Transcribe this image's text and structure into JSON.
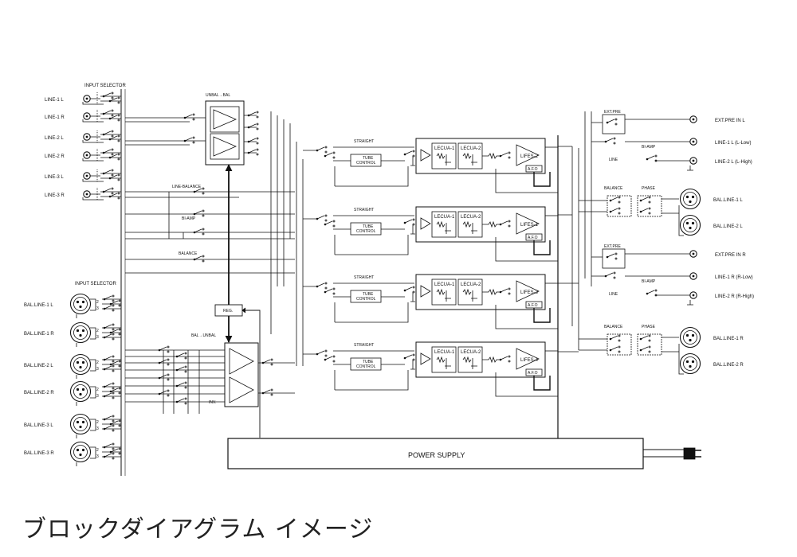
{
  "caption": "ブロックダイアグラム イメージ",
  "labels": {
    "input_selector_top": "INPUT SELECTOR",
    "input_selector_bottom": "INPUT SELECTOR",
    "unbal_to_bal": "UNBAL→BAL",
    "bal_to_unbal": "BAL→UNBAL",
    "line_balance": "LINE-BALANCE",
    "biamp_left": "BI-AMP",
    "balance_left": "BALANCE",
    "reg": "REG.",
    "inv": "INV.",
    "power_supply": "POWER SUPPLY",
    "straight": "STRAIGHT",
    "tube_control_1": "TUBE",
    "tube_control_2": "CONTROL",
    "lecua1": "LECUA-1",
    "lecua2": "LECUA-2",
    "afo": "A.F.O",
    "ext_pre": "EXT.PRE",
    "line": "LINE",
    "biamp": "BI-AMP",
    "balance": "BALANCE",
    "phase": "PHASE"
  },
  "inputs_rca": [
    "LINE-1 L",
    "LINE-1 R",
    "LINE-2 L",
    "LINE-2 R",
    "LINE-3 L",
    "LINE-3 R"
  ],
  "inputs_xlr": [
    "BAL.LINE-1 L",
    "BAL.LINE-1 R",
    "BAL.LINE-2 L",
    "BAL.LINE-2 R",
    "BAL.LINE-3 L",
    "BAL.LINE-3 R"
  ],
  "channels": [
    {
      "lifes": "LIFES-2"
    },
    {
      "lifes": "LIFES-1"
    },
    {
      "lifes": "LIFES-3"
    },
    {
      "lifes": "LIFES-4"
    }
  ],
  "outputs": {
    "ext_pre_in_l": "EXT.PRE IN L",
    "line1_l": "LINE-1 L  (L-Low)",
    "line2_l": "LINE-2 L  (L-High)",
    "bal_line1_l": "BAL.LINE-1 L",
    "bal_line2_l": "BAL.LINE-2 L",
    "ext_pre_in_r": "EXT.PRE IN R",
    "line1_r": "LINE-1 R  (R-Low)",
    "line2_r": "LINE-2 R  (R-High)",
    "bal_line1_r": "BAL.LINE-1 R",
    "bal_line2_r": "BAL.LINE-2 R"
  }
}
